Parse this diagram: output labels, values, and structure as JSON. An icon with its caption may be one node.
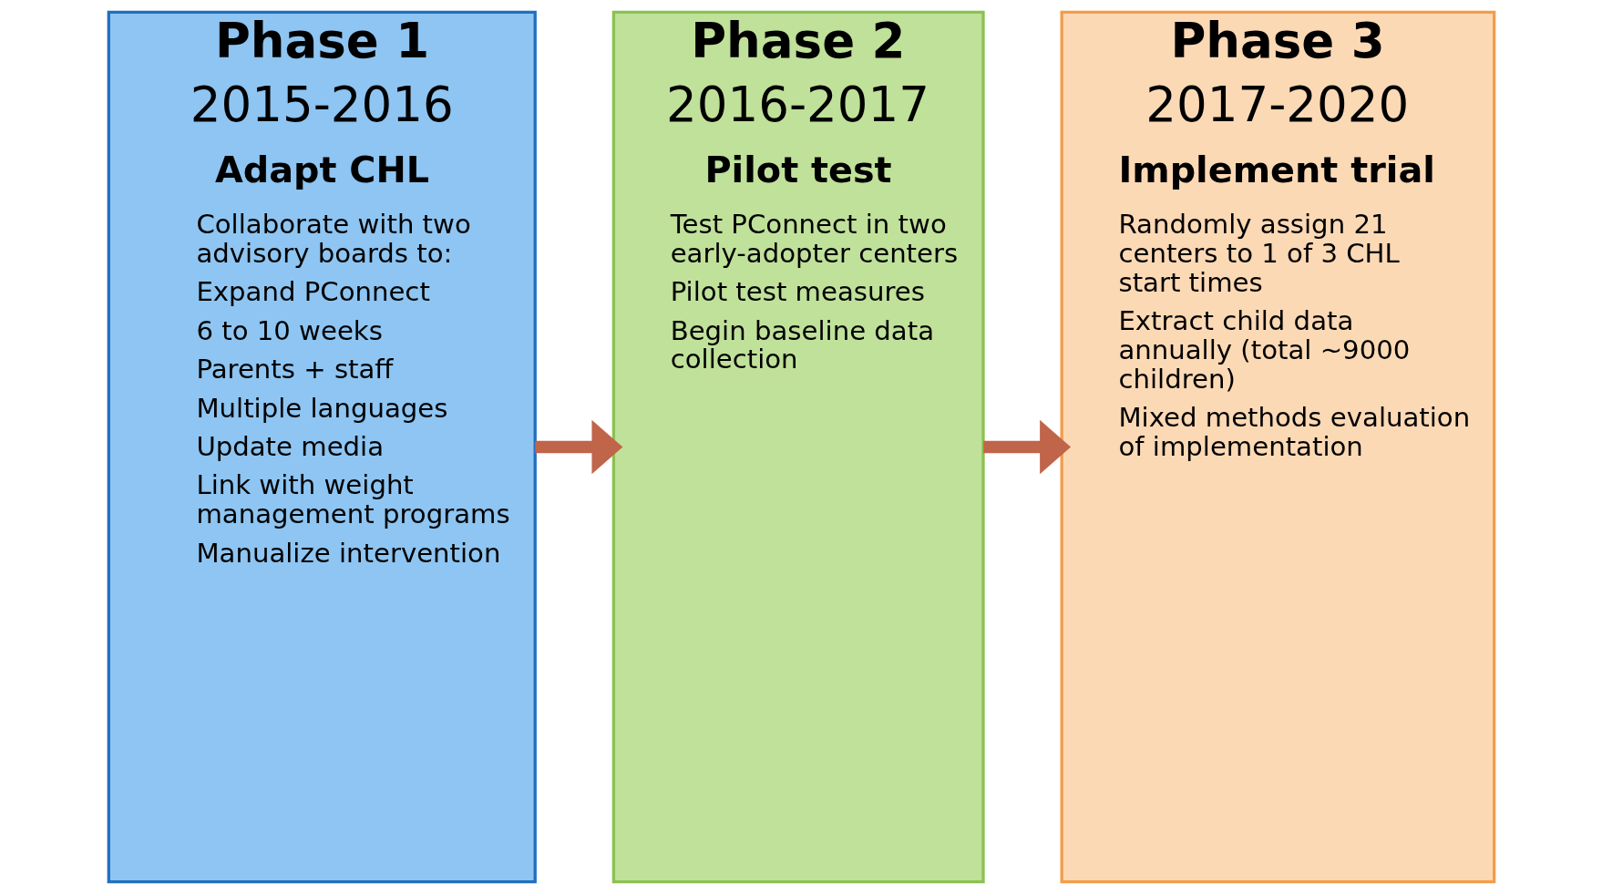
{
  "diagram": {
    "nodes": [
      {
        "text": [
          "Phase 1",
          "2015-2016",
          "Adapt CHL",
          "Collaborate with two advisory boards to:",
          "Expand PConnect",
          "6 to 10 weeks",
          "Parents + staff",
          "Multiple languages",
          "Update media",
          "Link with weight management programs",
          "Manualize intervention"
        ]
      },
      {
        "text": [
          "Phase 2",
          "2016-2017",
          "Pilot test",
          "Test PConnect in two early-adopter centers",
          "Pilot test measures",
          "Begin baseline data collection"
        ]
      },
      {
        "text": [
          "Phase 3",
          "2017-2020",
          "Implement trial",
          "Randomly assign 21 centers to 1 of 3 CHL start times",
          "Extract child data annually (total ~9000 children)",
          "Mixed methods evaluation of implementation"
        ]
      }
    ],
    "edges": [
      {
        "from": 0,
        "to": 1,
        "arrow": "to"
      },
      {
        "from": 1,
        "to": 2,
        "arrow": "to"
      }
    ]
  }
}
